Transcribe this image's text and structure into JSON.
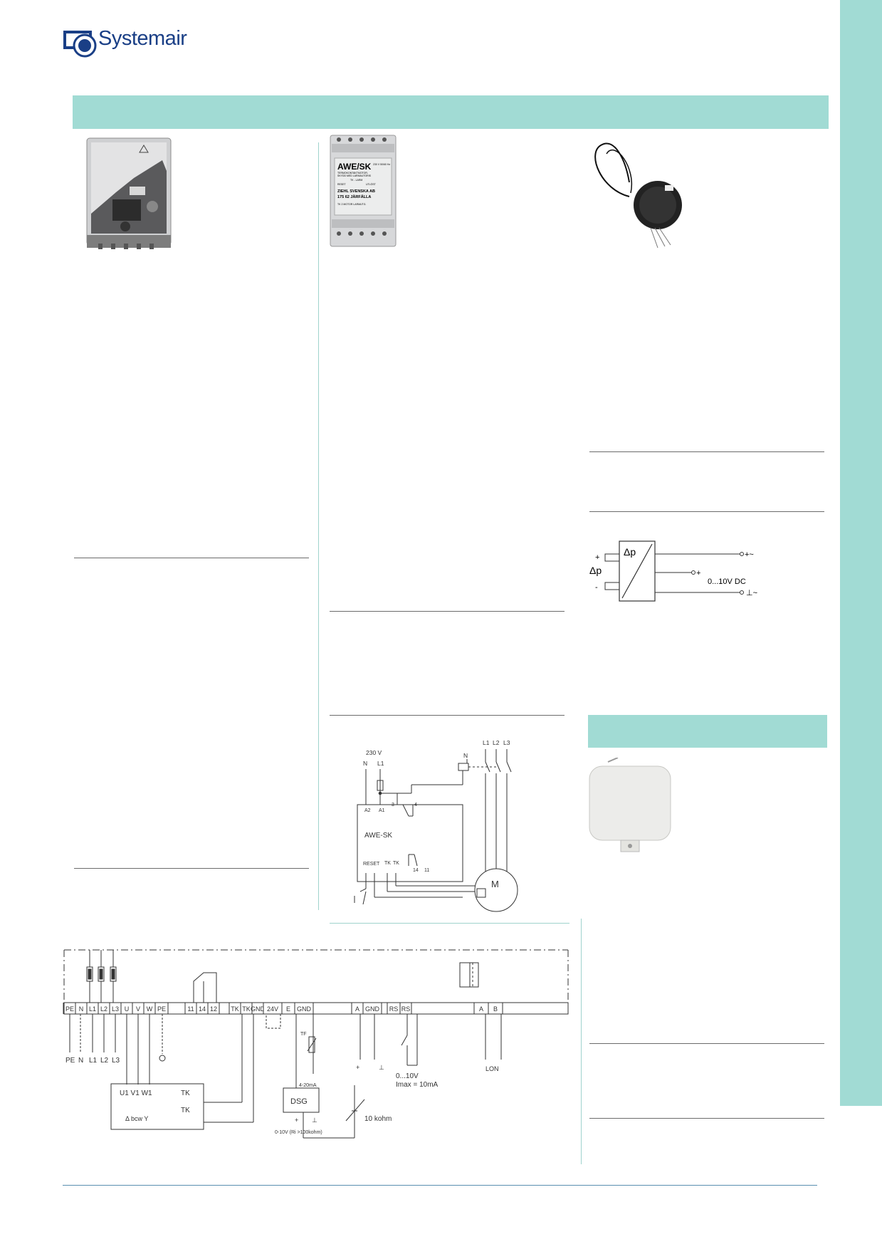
{
  "brand": {
    "name": "Systemair",
    "color": "#1a3f86"
  },
  "colors": {
    "accent_band": "#a1dbd4",
    "rule": "#6b6b6b"
  },
  "awe_device": {
    "brand_text": "AWE/SK",
    "spec": "230 V 50/60 Hz",
    "desc_1": "TERMOKONTAKTMOTOR-",
    "desc_2": "SKYDD MED LARMAUTORIS",
    "tk_larm": "TK - LARM",
    "reset": "RESET",
    "utlost": "UTLÖST",
    "company": "ZIEHL SVENSKA AB",
    "address": "175 62 JÄRFÄLLA",
    "bottom_labels": "TK 2 MOTOR LARMUTG."
  },
  "sensor_diagram": {
    "plus": "+",
    "minus": "-",
    "dp_left": "Δp",
    "dp_box": "Δp",
    "out_top": "+~",
    "out_mid": "+",
    "out_mid_label": "0...10V DC",
    "out_bot": "⊥~"
  },
  "awe_wiring": {
    "v230": "230 V",
    "n": "N",
    "l1": "L1",
    "n2": "N",
    "l1b": "L1",
    "l2": "L2",
    "l3": "L3",
    "t_a2": "A2",
    "t_a1": "A1",
    "t_3": "3",
    "t_4": "4",
    "box_label": "AWE-SK",
    "reset": "RESET",
    "tk1": "TK",
    "tk2": "TK",
    "t_14": "14",
    "t_11": "11",
    "motor": "M"
  },
  "main_wiring": {
    "terminals": [
      "PE",
      "N",
      "L1",
      "L2",
      "L3",
      "U",
      "V",
      "W",
      "PE",
      "11",
      "14",
      "12",
      "TK",
      "TK",
      "GND",
      "24V",
      "E",
      "GND",
      "A",
      "GND",
      "RS",
      "RS",
      "A",
      "B"
    ],
    "supply": [
      "PE",
      "N",
      "L1",
      "L2",
      "L3"
    ],
    "motor_top": "U1  V1  W1",
    "motor_tk1": "TK",
    "motor_tk2": "TK",
    "motor_conn": "Δ bcw Y",
    "tf": "TF",
    "ma": "4-20mA",
    "dsg": "DSG",
    "dsg_plus": "+",
    "dsg_gnd": "⊥",
    "dsg_out": "0-10V (Ri >100kohm)",
    "ctrl_plus": "+",
    "ctrl_gnd": "⊥",
    "ctrl_v": "0...10V",
    "ctrl_i": "Imax = 10mA",
    "pot": "10 kohm",
    "lon": "LON"
  }
}
